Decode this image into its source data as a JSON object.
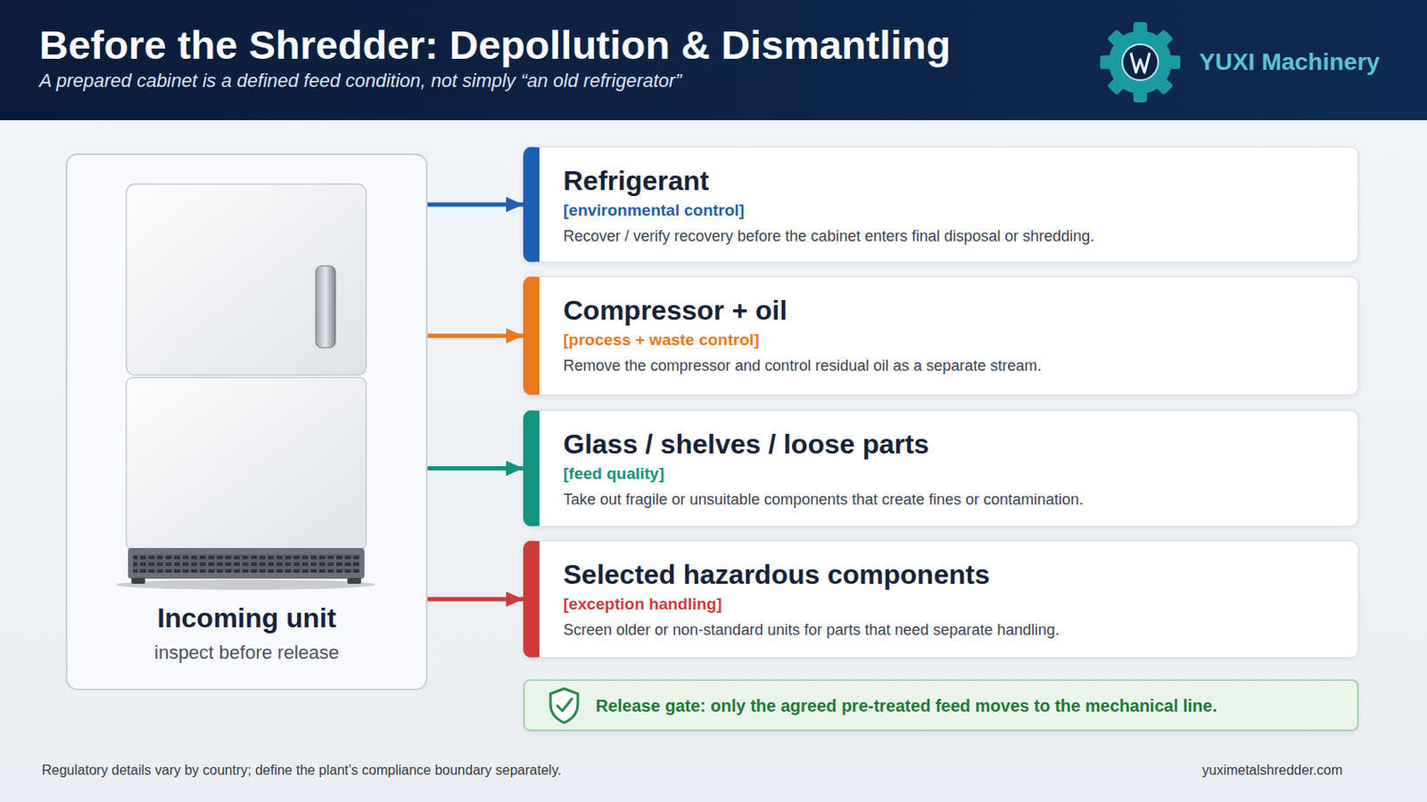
{
  "diagram": {
    "title": "Before the Shredder: Depollution & Dismantling",
    "caption": "A prepared cabinet is a defined feed condition, not simply “an old refrigerator”",
    "nodes": [
      {
        "text": [
          "Incoming unit",
          "inspect before release"
        ]
      },
      {
        "text": [
          "Refrigerant",
          "[environmental control]",
          "Recover / verify recovery before the cabinet enters final disposal or shredding."
        ]
      },
      {
        "text": [
          "Compressor + oil",
          "[process + waste control]",
          "Remove the compressor and control residual oil as a separate stream."
        ]
      },
      {
        "text": [
          "Glass / shelves / loose parts",
          "[feed quality]",
          "Take out fragile or unsuitable components that create fines or contamination."
        ]
      },
      {
        "text": [
          "Selected hazardous components",
          "[exception handling]",
          "Screen older or non-standard units for parts that need separate handling."
        ]
      },
      {
        "text": [
          "Release gate: only the agreed pre-treated feed moves to the mechanical line."
        ]
      }
    ],
    "edges": [
      {
        "from": 0,
        "to": 1,
        "arrow": "to"
      },
      {
        "from": 0,
        "to": 2,
        "arrow": "to"
      },
      {
        "from": 0,
        "to": 3,
        "arrow": "to"
      },
      {
        "from": 0,
        "to": 4,
        "arrow": "to"
      }
    ],
    "labels": [
      "YUXI Machinery",
      "Regulatory details vary by country; define the plant’s compliance boundary separately.",
      "yuximetalshredder.com"
    ]
  }
}
